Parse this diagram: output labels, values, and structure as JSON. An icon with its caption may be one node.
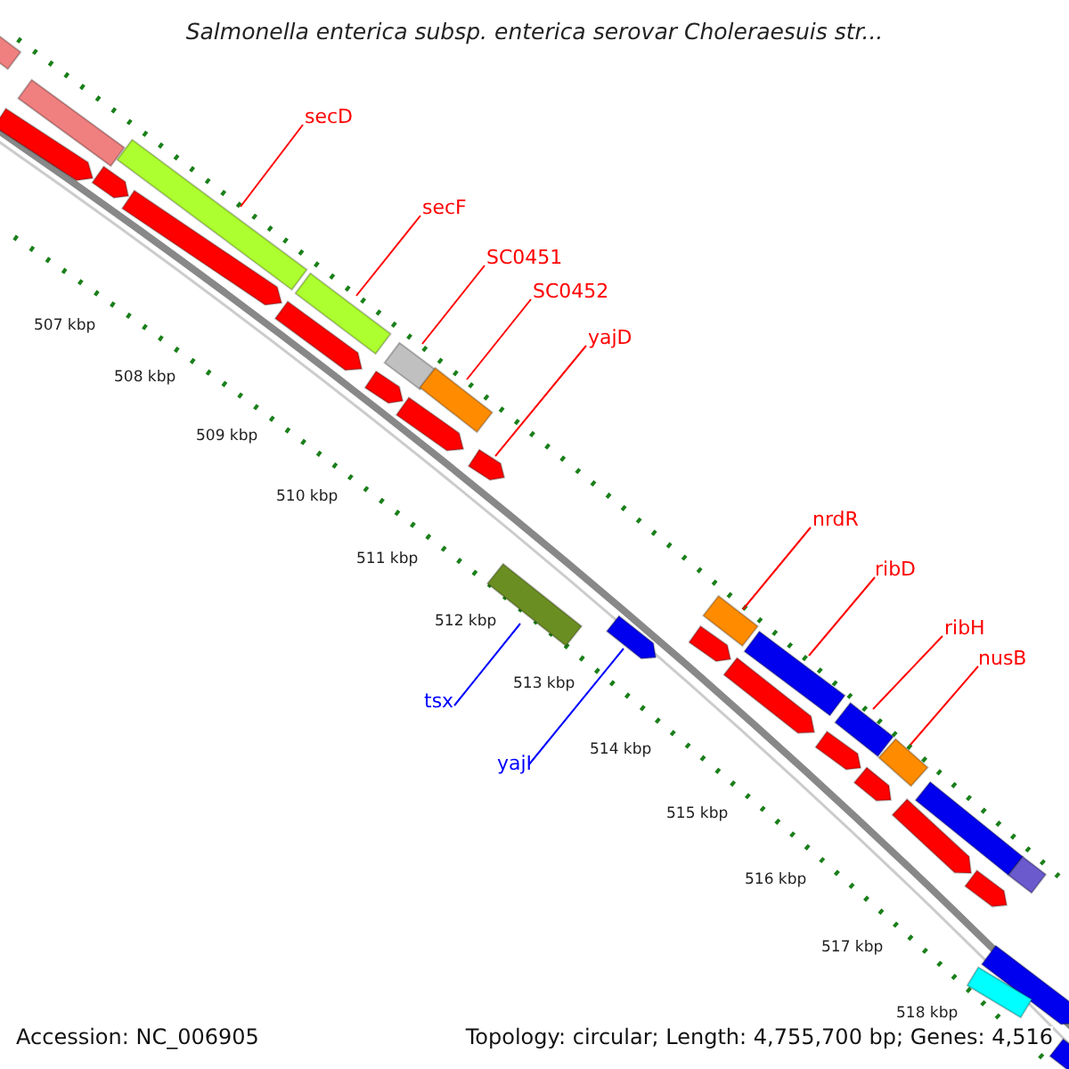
{
  "diagram": {
    "title": "Salmonella enterica subsp. enterica serovar Choleraesuis str...",
    "nodes": [
      {
        "text": [
          "secD"
        ]
      },
      {
        "text": [
          "secF"
        ]
      },
      {
        "text": [
          "SC0451"
        ]
      },
      {
        "text": [
          "SC0452"
        ]
      },
      {
        "text": [
          "yajD"
        ]
      },
      {
        "text": [
          "nrdR"
        ]
      },
      {
        "text": [
          "ribD"
        ]
      },
      {
        "text": [
          "ribH"
        ]
      },
      {
        "text": [
          "nusB"
        ]
      },
      {
        "text": [
          "tsx"
        ]
      },
      {
        "text": [
          "yajI"
        ]
      },
      {
        "text": [],
        "shape": "bar"
      },
      {
        "text": [],
        "shape": "bar"
      },
      {
        "text": [],
        "shape": "bar"
      },
      {
        "text": [],
        "shape": "bar"
      },
      {
        "text": [],
        "shape": "arrow"
      },
      {
        "text": [],
        "shape": "bar"
      },
      {
        "text": [],
        "shape": "bar"
      },
      {
        "text": [],
        "shape": "bar"
      },
      {
        "text": [],
        "shape": "bar"
      },
      {
        "text": [],
        "shape": "bar"
      },
      {
        "text": [],
        "shape": "arrow"
      },
      {
        "text": [],
        "shape": "bar"
      },
      {
        "text": [],
        "shape": "bar"
      },
      {
        "text": [],
        "shape": "arrow"
      },
      {
        "text": [],
        "shape": "arrow"
      },
      {
        "text": [],
        "shape": "arrow"
      },
      {
        "text": [],
        "shape": "arrow"
      },
      {
        "text": [],
        "shape": "arrow"
      },
      {
        "text": [],
        "shape": "arrow"
      },
      {
        "text": [],
        "shape": "arrow"
      },
      {
        "text": [],
        "shape": "arrow"
      },
      {
        "text": [],
        "shape": "arrow"
      },
      {
        "text": [],
        "shape": "arrow"
      },
      {
        "text": [],
        "shape": "arrow"
      },
      {
        "text": [],
        "shape": "arrow"
      },
      {
        "text": [],
        "shape": "bar"
      },
      {
        "text": [],
        "shape": "bar"
      },
      {
        "text": [],
        "shape": "arrow"
      },
      {
        "text": [],
        "shape": "bar"
      },
      {
        "text": [],
        "shape": "bar"
      }
    ],
    "edges": [
      {
        "from": 0,
        "to": 11,
        "arrow": "none"
      },
      {
        "from": 1,
        "to": 12,
        "arrow": "none"
      },
      {
        "from": 2,
        "to": 13,
        "arrow": "none"
      },
      {
        "from": 3,
        "to": 14,
        "arrow": "none"
      },
      {
        "from": 4,
        "to": 15,
        "arrow": "none"
      },
      {
        "from": 5,
        "to": 16,
        "arrow": "none"
      },
      {
        "from": 6,
        "to": 17,
        "arrow": "none"
      },
      {
        "from": 7,
        "to": 18,
        "arrow": "none"
      },
      {
        "from": 8,
        "to": 19,
        "arrow": "none"
      },
      {
        "from": 9,
        "to": 20,
        "arrow": "none",
        "color": "#0000ff"
      },
      {
        "from": 10,
        "to": 21,
        "arrow": "none",
        "color": "#0000ff"
      }
    ],
    "labels": [
      "507 kbp",
      "508 kbp",
      "509 kbp",
      "510 kbp",
      "511 kbp",
      "512 kbp",
      "513 kbp",
      "514 kbp",
      "515 kbp",
      "516 kbp",
      "517 kbp",
      "518 kbp",
      "Accession: NC_006905",
      "Topology: circular; Length: 4,755,700 bp; Genes: 4,516"
    ]
  }
}
